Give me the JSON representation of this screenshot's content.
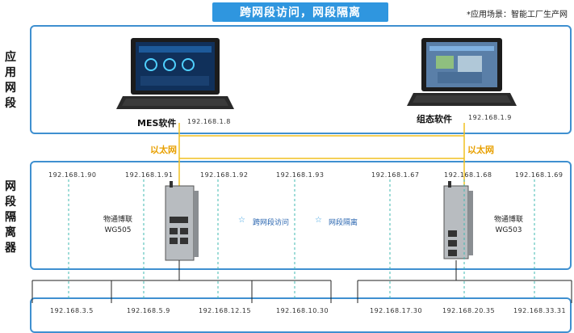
{
  "header": {
    "title": "跨网段访问，网段隔离",
    "scene": "*应用场景：智能工厂生产网"
  },
  "sections": {
    "app_label": "应用网段",
    "isolator_label": "网段隔离器"
  },
  "app_segment": {
    "left_pc": {
      "name": "MES软件",
      "ip": "192.168.1.8"
    },
    "right_pc": {
      "name": "组态软件",
      "ip": "192.168.1.9"
    }
  },
  "ethernet_label": "以太网",
  "isolator_segment": {
    "left_ips": [
      "192.168.1.90",
      "192.168.1.91",
      "192.168.1.92",
      "192.168.1.93"
    ],
    "right_ips": [
      "192.168.1.67",
      "192.168.1.68",
      "192.168.1.69"
    ],
    "left_device": {
      "line1": "物通博联",
      "line2": "WG505"
    },
    "right_device": {
      "line1": "物通博联",
      "line2": "WG503"
    },
    "feature1": "跨网段访问",
    "feature2": "网段隔离"
  },
  "bottom_segment": {
    "ips": [
      "192.168.3.5",
      "192.168.5.9",
      "192.168.12.15",
      "192.168.10.30",
      "192.168.17.30",
      "192.168.20.35",
      "192.168.33.31"
    ]
  },
  "colors": {
    "accent": "#2f96df",
    "border": "#3f90d0",
    "ethernet": "#f0b400",
    "link": "#3fb8b0"
  }
}
